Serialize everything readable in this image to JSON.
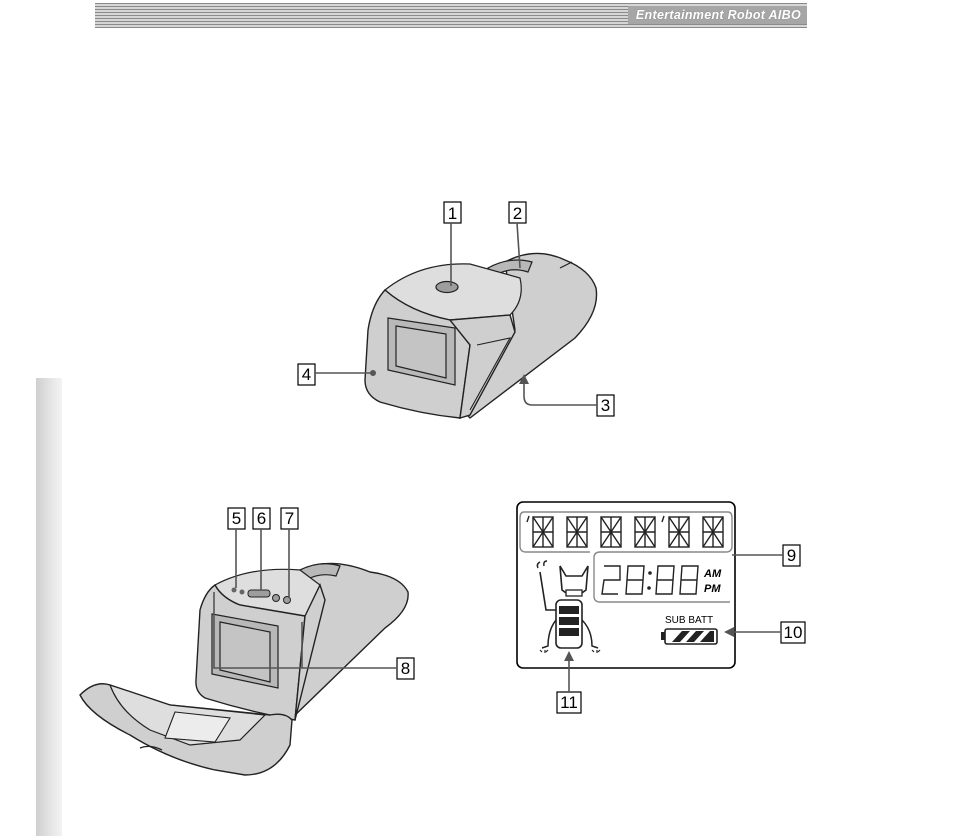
{
  "header": {
    "title": "Entertainment Robot AIBO"
  },
  "callouts": {
    "c1": "1",
    "c2": "2",
    "c3": "3",
    "c4": "4",
    "c5": "5",
    "c6": "6",
    "c7": "7",
    "c8": "8",
    "c9": "9",
    "c10": "10",
    "c11": "11"
  },
  "lcd": {
    "sub_batt_label": "SUB BATT",
    "am_label": "AM",
    "pm_label": "PM"
  },
  "colors": {
    "header_band": "#a6a6a6",
    "device_body": "#cfcfcf"
  }
}
